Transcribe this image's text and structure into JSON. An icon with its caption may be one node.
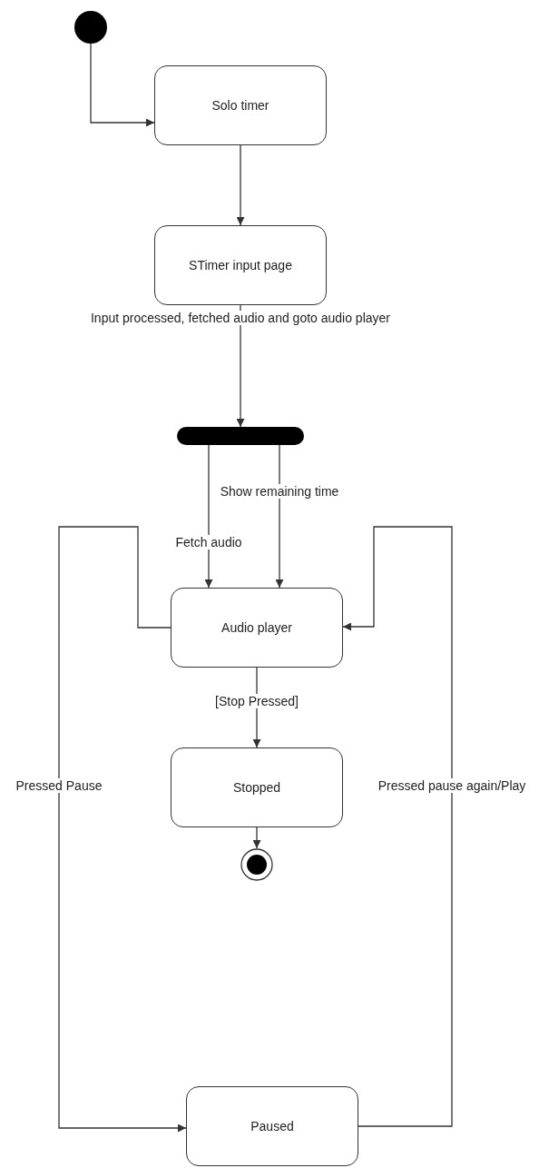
{
  "diagram": {
    "nodes": [
      {
        "text": [],
        "shape": "circle"
      },
      {
        "text": [
          "Solo timer"
        ]
      },
      {
        "text": [
          "STimer input page"
        ]
      },
      {
        "text": [],
        "shape": "bar"
      },
      {
        "text": [
          "Audio player"
        ]
      },
      {
        "text": [
          "Stopped"
        ]
      },
      {
        "text": [],
        "shape": "circle"
      },
      {
        "text": [
          "Paused"
        ]
      }
    ],
    "edges": [
      {
        "from": 0,
        "to": 1,
        "arrow": "to"
      },
      {
        "from": 1,
        "to": 2,
        "arrow": "to"
      },
      {
        "from": 2,
        "to": 3,
        "arrow": "to",
        "label": "Input processed, fetched audio and goto audio player"
      },
      {
        "from": 3,
        "to": 4,
        "arrow": "to",
        "label": "Fetch audio"
      },
      {
        "from": 3,
        "to": 4,
        "arrow": "to",
        "label": "Show remaining time"
      },
      {
        "from": 4,
        "to": 5,
        "arrow": "to",
        "label": "[Stop Pressed]"
      },
      {
        "from": 5,
        "to": 6,
        "arrow": "to"
      },
      {
        "from": 4,
        "to": 7,
        "arrow": "to",
        "label": "Pressed Pause"
      },
      {
        "from": 7,
        "to": 4,
        "arrow": "to",
        "label": "Pressed pause again/Play"
      }
    ]
  }
}
